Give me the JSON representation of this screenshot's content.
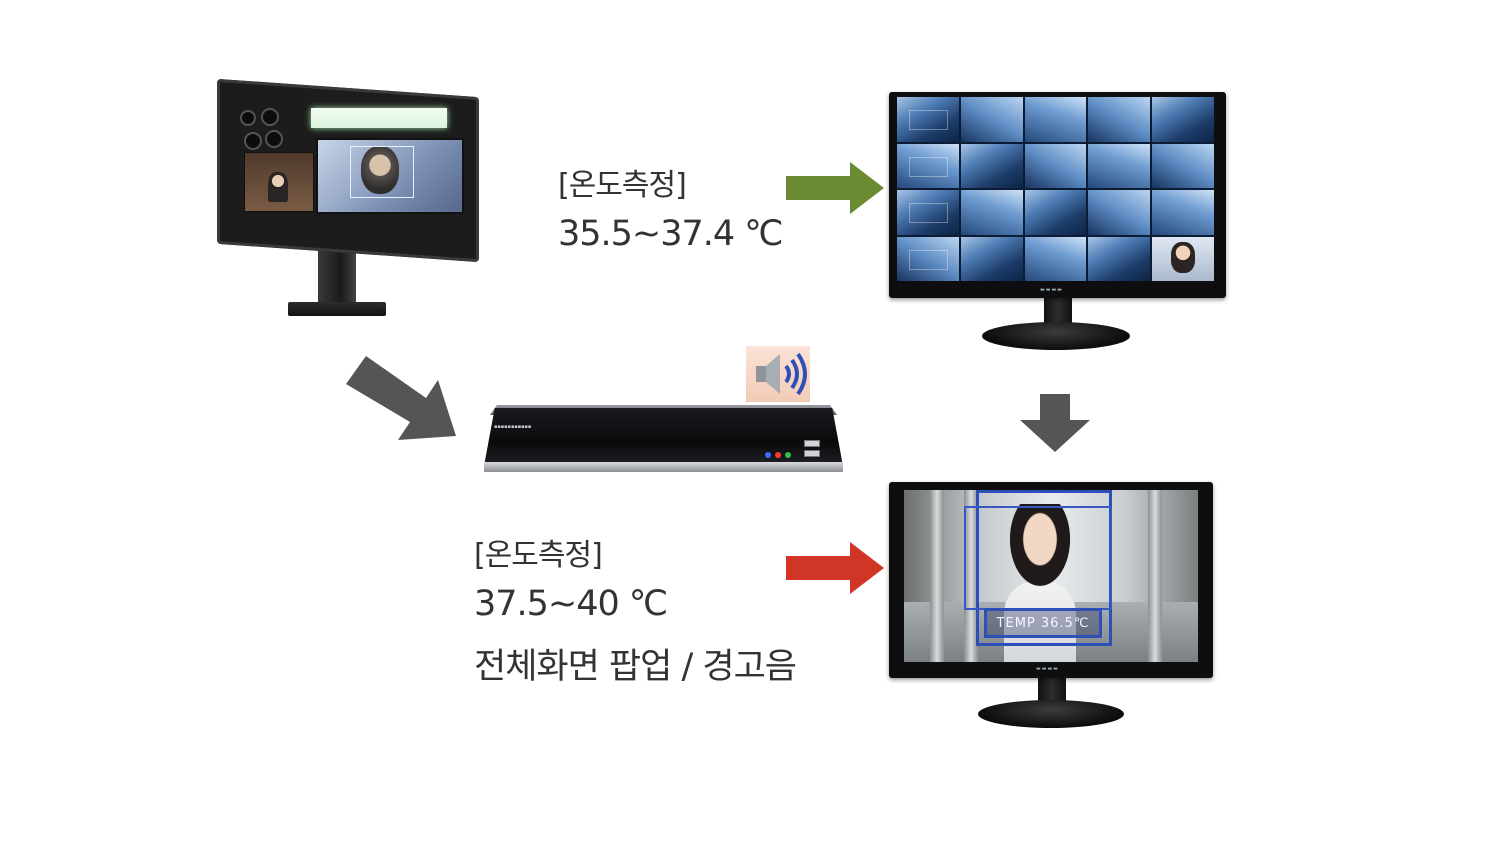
{
  "colors": {
    "text": "#333333",
    "arrow_normal": "#6b8b32",
    "arrow_alert": "#d03525",
    "arrow_flow": "#555555",
    "detect_box": "#2f4fb8"
  },
  "normal": {
    "title": "[온도측정]",
    "range": "35.5~37.4 ℃"
  },
  "alert": {
    "title": "[온도측정]",
    "range": "37.5~40 ℃",
    "action": "전체화면 팝업 / 경고음"
  },
  "alert_monitor": {
    "temp_label": "TEMP 36.5℃"
  },
  "icons": {
    "kiosk": "thermal-kiosk-icon",
    "speaker": "speaker-sound-icon",
    "dvr": "dvr-recorder-icon"
  }
}
